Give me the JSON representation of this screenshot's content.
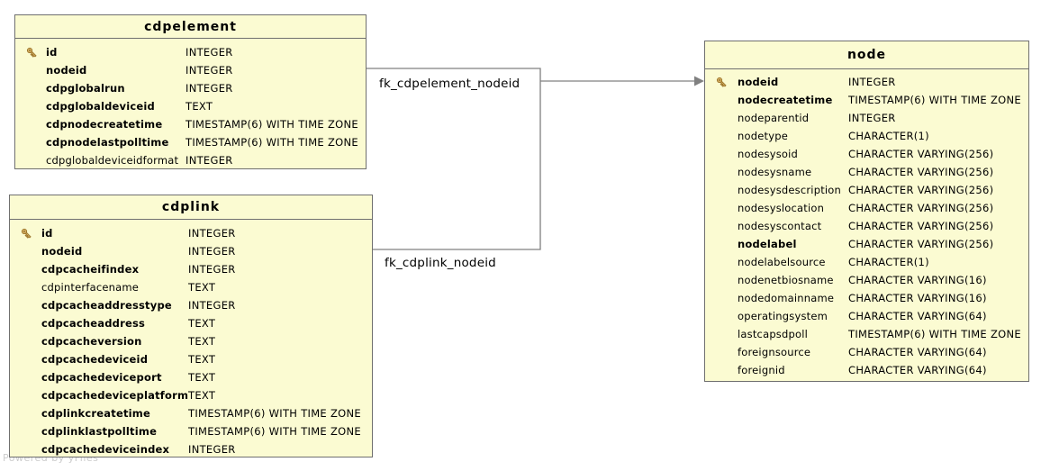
{
  "watermark": "Powered by yFiles",
  "colors": {
    "table_fill": "#fbfbd2",
    "table_border": "#6f6f6f",
    "connector": "#808080",
    "text": "#000000",
    "key_icon_fill": "#f0cb79",
    "key_icon_stroke": "#9c752c",
    "watermark_text": "#cccccc"
  },
  "tables": [
    {
      "title": "cdpelement",
      "columns": [
        {
          "name": "id",
          "type": "INTEGER",
          "key": true,
          "bold": true
        },
        {
          "name": "nodeid",
          "type": "INTEGER",
          "key": false,
          "bold": true
        },
        {
          "name": "cdpglobalrun",
          "type": "INTEGER",
          "key": false,
          "bold": true
        },
        {
          "name": "cdpglobaldeviceid",
          "type": "TEXT",
          "key": false,
          "bold": true
        },
        {
          "name": "cdpnodecreatetime",
          "type": "TIMESTAMP(6) WITH TIME ZONE",
          "key": false,
          "bold": true
        },
        {
          "name": "cdpnodelastpolltime",
          "type": "TIMESTAMP(6) WITH TIME ZONE",
          "key": false,
          "bold": true
        },
        {
          "name": "cdpglobaldeviceidformat",
          "type": "INTEGER",
          "key": false,
          "bold": false
        }
      ]
    },
    {
      "title": "cdplink",
      "columns": [
        {
          "name": "id",
          "type": "INTEGER",
          "key": true,
          "bold": true
        },
        {
          "name": "nodeid",
          "type": "INTEGER",
          "key": false,
          "bold": true
        },
        {
          "name": "cdpcacheifindex",
          "type": "INTEGER",
          "key": false,
          "bold": true
        },
        {
          "name": "cdpinterfacename",
          "type": "TEXT",
          "key": false,
          "bold": false
        },
        {
          "name": "cdpcacheaddresstype",
          "type": "INTEGER",
          "key": false,
          "bold": true
        },
        {
          "name": "cdpcacheaddress",
          "type": "TEXT",
          "key": false,
          "bold": true
        },
        {
          "name": "cdpcacheversion",
          "type": "TEXT",
          "key": false,
          "bold": true
        },
        {
          "name": "cdpcachedeviceid",
          "type": "TEXT",
          "key": false,
          "bold": true
        },
        {
          "name": "cdpcachedeviceport",
          "type": "TEXT",
          "key": false,
          "bold": true
        },
        {
          "name": "cdpcachedeviceplatform",
          "type": "TEXT",
          "key": false,
          "bold": true
        },
        {
          "name": "cdplinkcreatetime",
          "type": "TIMESTAMP(6) WITH TIME ZONE",
          "key": false,
          "bold": true
        },
        {
          "name": "cdplinklastpolltime",
          "type": "TIMESTAMP(6) WITH TIME ZONE",
          "key": false,
          "bold": true
        },
        {
          "name": "cdpcachedeviceindex",
          "type": "INTEGER",
          "key": false,
          "bold": true
        }
      ]
    },
    {
      "title": "node",
      "columns": [
        {
          "name": "nodeid",
          "type": "INTEGER",
          "key": true,
          "bold": true
        },
        {
          "name": "nodecreatetime",
          "type": "TIMESTAMP(6) WITH TIME ZONE",
          "key": false,
          "bold": true
        },
        {
          "name": "nodeparentid",
          "type": "INTEGER",
          "key": false,
          "bold": false
        },
        {
          "name": "nodetype",
          "type": "CHARACTER(1)",
          "key": false,
          "bold": false
        },
        {
          "name": "nodesysoid",
          "type": "CHARACTER VARYING(256)",
          "key": false,
          "bold": false
        },
        {
          "name": "nodesysname",
          "type": "CHARACTER VARYING(256)",
          "key": false,
          "bold": false
        },
        {
          "name": "nodesysdescription",
          "type": "CHARACTER VARYING(256)",
          "key": false,
          "bold": false
        },
        {
          "name": "nodesyslocation",
          "type": "CHARACTER VARYING(256)",
          "key": false,
          "bold": false
        },
        {
          "name": "nodesyscontact",
          "type": "CHARACTER VARYING(256)",
          "key": false,
          "bold": false
        },
        {
          "name": "nodelabel",
          "type": "CHARACTER VARYING(256)",
          "key": false,
          "bold": true
        },
        {
          "name": "nodelabelsource",
          "type": "CHARACTER(1)",
          "key": false,
          "bold": false
        },
        {
          "name": "nodenetbiosname",
          "type": "CHARACTER VARYING(16)",
          "key": false,
          "bold": false
        },
        {
          "name": "nodedomainname",
          "type": "CHARACTER VARYING(16)",
          "key": false,
          "bold": false
        },
        {
          "name": "operatingsystem",
          "type": "CHARACTER VARYING(64)",
          "key": false,
          "bold": false
        },
        {
          "name": "lastcapsdpoll",
          "type": "TIMESTAMP(6) WITH TIME ZONE",
          "key": false,
          "bold": false
        },
        {
          "name": "foreignsource",
          "type": "CHARACTER VARYING(64)",
          "key": false,
          "bold": false
        },
        {
          "name": "foreignid",
          "type": "CHARACTER VARYING(64)",
          "key": false,
          "bold": false
        }
      ]
    }
  ],
  "relations": [
    {
      "label": "fk_cdpelement_nodeid",
      "from_table": "cdpelement",
      "from_column": "nodeid",
      "to_table": "node",
      "to_column": "nodeid"
    },
    {
      "label": "fk_cdplink_nodeid",
      "from_table": "cdplink",
      "from_column": "nodeid",
      "to_table": "node",
      "to_column": "nodeid"
    }
  ]
}
